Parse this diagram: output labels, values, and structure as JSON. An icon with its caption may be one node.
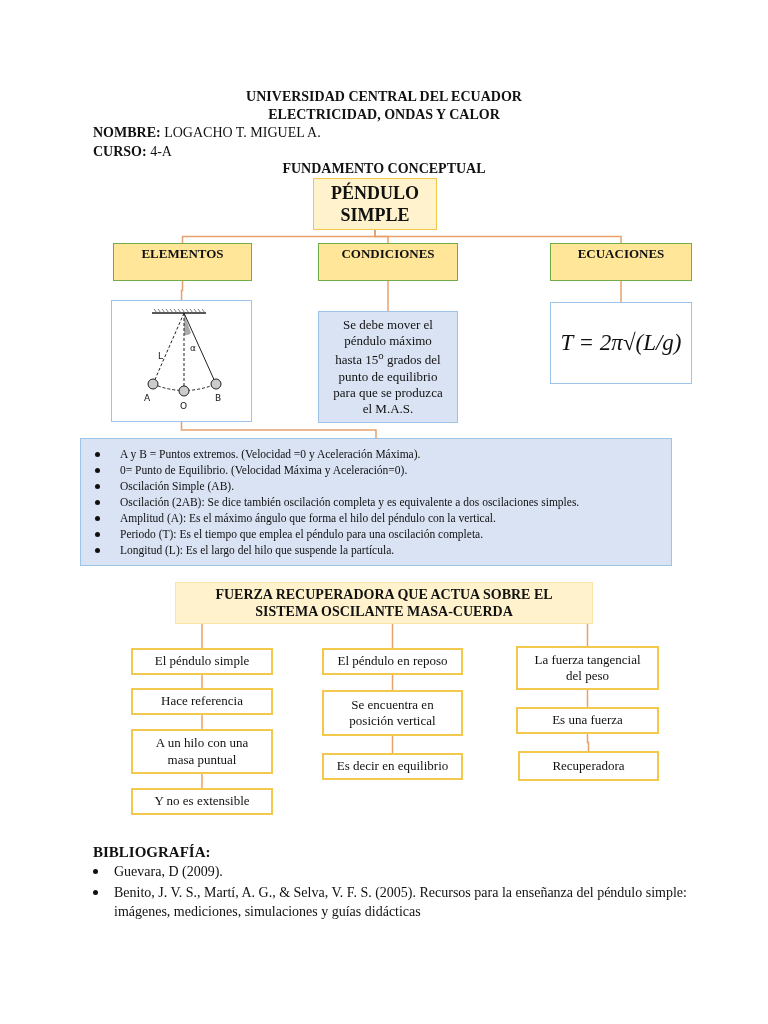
{
  "diagram": {
    "nodes": [
      {
        "text": [
          "PÉNDULO SIMPLE"
        ]
      },
      {
        "text": [
          "ELEMENTOS"
        ]
      },
      {
        "text": [
          "CONDICIONES"
        ]
      },
      {
        "text": [
          "ECUACIONES"
        ]
      },
      {
        "text": [],
        "shape": "picture"
      },
      {
        "text": [
          "Se debe mover el péndulo máximo hasta 15$^{o}$ grados del punto de equilibrio para que se produzca el M.A.S."
        ]
      },
      {
        "text": [
          "T = 2π√(L/g)"
        ]
      },
      {
        "text": [
          "A y B = Puntos extremos. (Velocidad =0 y Aceleración Máxima).",
          "0= Punto de Equilibrio. (Velocidad Máxima y Aceleración=0).",
          "Oscilación Simple (AB).",
          "Oscilación (2AB): Se dice también oscilación completa y es equivalente a dos oscilaciones simples.",
          "Amplitud (A): Es el máximo ángulo que forma el hilo del péndulo con la vertical.",
          "Periodo (T): Es el tiempo que emplea el péndulo para una oscilación completa.",
          "Longitud (L): Es el largo del hilo que suspende la partícula."
        ]
      },
      {
        "text": [
          "FUERZA RECUPERADORA QUE ACTUA SOBRE EL SISTEMA OSCILANTE MASA-CUERDA"
        ]
      },
      {
        "text": [
          "El péndulo simple"
        ]
      },
      {
        "text": [
          "Hace referencia"
        ]
      },
      {
        "text": [
          "A un hilo con una masa puntual"
        ]
      },
      {
        "text": [
          "Y no es extensible"
        ]
      },
      {
        "text": [
          "El péndulo en reposo"
        ]
      },
      {
        "text": [
          "Se encuentra en posición vertical"
        ]
      },
      {
        "text": [
          "Es decir en equilibrio"
        ]
      },
      {
        "text": [
          "La fuerza tangencial del peso"
        ]
      },
      {
        "text": [
          "Es una fuerza"
        ]
      },
      {
        "text": [
          "Recuperadora"
        ]
      }
    ],
    "edges": [
      {
        "from": 0,
        "to": 1,
        "arrow": "none"
      },
      {
        "from": 0,
        "to": 2,
        "arrow": "none"
      },
      {
        "from": 0,
        "to": 3,
        "arrow": "none"
      },
      {
        "from": 1,
        "to": 4,
        "arrow": "none"
      },
      {
        "from": 2,
        "to": 5,
        "arrow": "none"
      },
      {
        "from": 3,
        "to": 6,
        "arrow": "none"
      },
      {
        "from": 4,
        "to": 7,
        "arrow": "none"
      },
      {
        "from": 8,
        "to": 9,
        "arrow": "none"
      },
      {
        "from": 9,
        "to": 10,
        "arrow": "none"
      },
      {
        "from": 10,
        "to": 11,
        "arrow": "none"
      },
      {
        "from": 11,
        "to": 12,
        "arrow": "none"
      },
      {
        "from": 8,
        "to": 13,
        "arrow": "none"
      },
      {
        "from": 13,
        "to": 14,
        "arrow": "none"
      },
      {
        "from": 14,
        "to": 15,
        "arrow": "none"
      },
      {
        "from": 8,
        "to": 16,
        "arrow": "none"
      },
      {
        "from": 16,
        "to": 17,
        "arrow": "none"
      },
      {
        "from": 17,
        "to": 18,
        "arrow": "none"
      }
    ],
    "labels": [
      "UNIVERSIDAD CENTRAL DEL ECUADOR",
      "ELECTRICIDAD, ONDAS Y CALOR",
      "**NOMBRE:** LOGACHO T. MIGUEL A.",
      "**CURSO:** 4-A",
      "FUNDAMENTO CONCEPTUAL",
      "L",
      "α",
      "A",
      "O",
      "B",
      "BIBLIOGRAFÍA:",
      "Guevara, D (2009).",
      "Benito, J. V. S., Martí, A. G., & Selva, V. F. S. (2005). Recursos para la enseñanza del péndulo simple: imágenes, mediciones, simulaciones y guías didácticas"
    ]
  }
}
